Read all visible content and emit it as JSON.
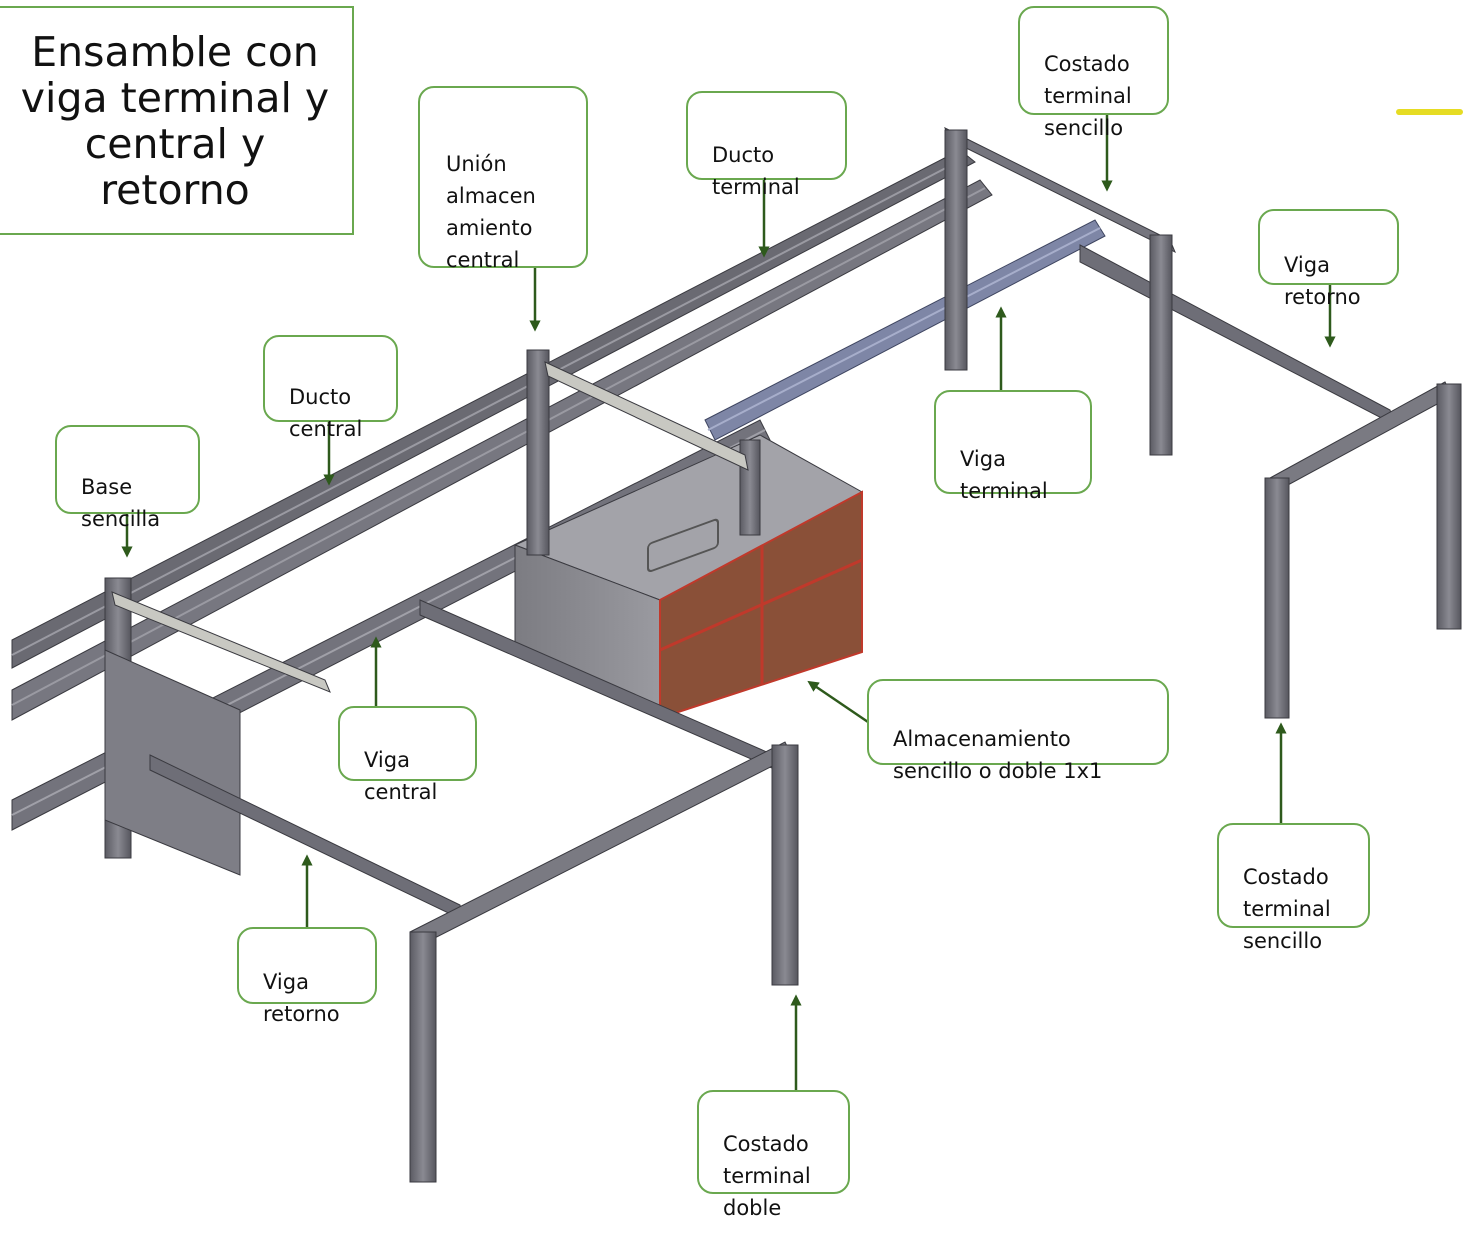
{
  "title": "Ensamble con viga terminal y central y retorno",
  "callouts": {
    "union_almacenamiento_central": "Unión\nalmacen\namiento\ncentral",
    "ducto_terminal": "Ducto\nterminal",
    "costado_terminal_sencillo_top": "Costado\nterminal\nsencillo",
    "viga_retorno_right": "Viga\nretorno",
    "ducto_central": "Ducto\ncentral",
    "viga_terminal": "Viga\nterminal",
    "base_sencilla": "Base\nsencilla",
    "viga_central": "Viga\ncentral",
    "almacenamiento": "Almacenamiento\nsencillo o doble 1x1",
    "costado_terminal_sencillo_bottom": "Costado\nterminal\nsencillo",
    "viga_retorno_left": "Viga\nretorno",
    "costado_terminal_doble": "Costado\nterminal\ndoble"
  },
  "colors": {
    "callout_border": "#6aa84f",
    "arrow": "#2e5a1c",
    "frame_steel": "#6f6f78",
    "beam_blue": "#7e86a6",
    "storage_panel": "#8a5038",
    "accent_yellow": "#e6dc23"
  }
}
